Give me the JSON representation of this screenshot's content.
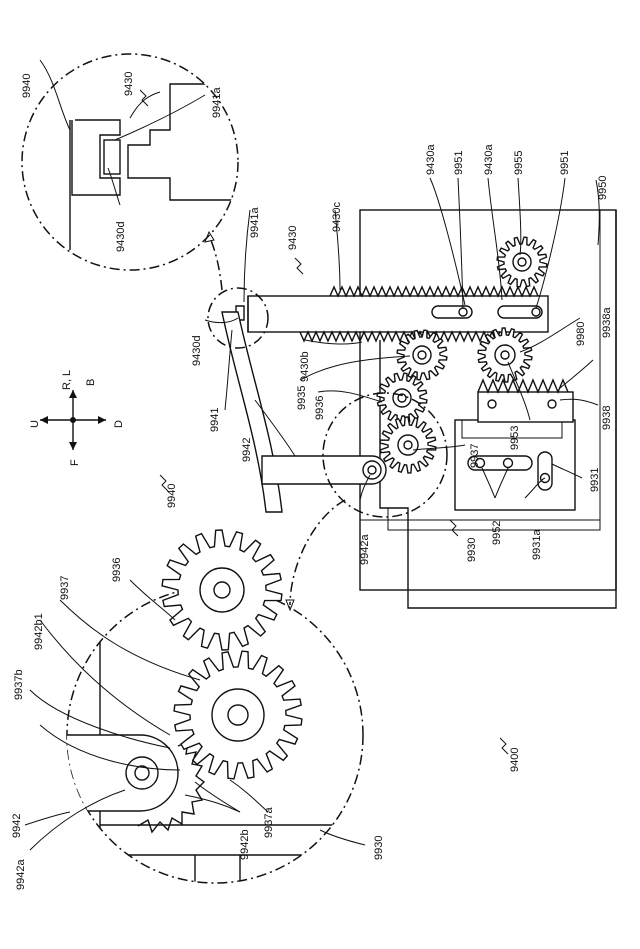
{
  "labels": {
    "l9400": "9400",
    "l9930": "9930",
    "l9930_zoom": "9930",
    "l9931": "9931",
    "l9931a": "9931a",
    "l9935": "9935",
    "l9936": "9936",
    "l9936_zoom": "9936",
    "l9937": "9937",
    "l9937_zoom": "9937",
    "l9937a": "9937a",
    "l9937b": "9937b",
    "l9938": "9938",
    "l9938a": "9938a",
    "l9940": "9940",
    "l9940_zoom": "9940",
    "l9941": "9941",
    "l9941a": "9941a",
    "l9941a_zoom": "9941a",
    "l9942": "9942",
    "l9942_zoom": "9942",
    "l9942a": "9942a",
    "l9942a_zoom": "9942a",
    "l9942b": "9942b",
    "l9942b1": "9942b1",
    "l9950": "9950",
    "l9951_a": "9951",
    "l9951_b": "9951",
    "l9952": "9952",
    "l9953": "9953",
    "l9955": "9955",
    "l9980": "9980",
    "l9430": "9430",
    "l9430_zoom": "9430",
    "l9430a_a": "9430a",
    "l9430a_b": "9430a",
    "l9430b": "9430b",
    "l9430c": "9430c",
    "l9430d": "9430d",
    "l9430d_zoom": "9430d"
  },
  "directions": {
    "up": "U",
    "down": "D",
    "front": "F",
    "back": "B",
    "right_left": "R, L"
  }
}
